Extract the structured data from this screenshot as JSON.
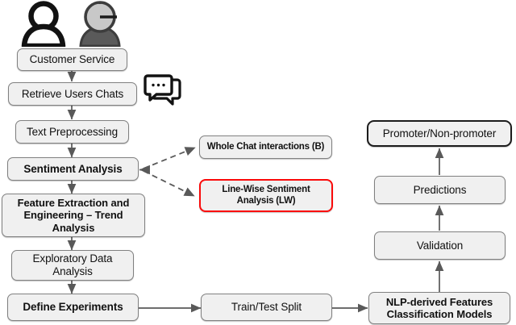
{
  "diagram": {
    "title": "Customer service NLP sentiment analysis pipeline",
    "colors": {
      "node_fill": "#f0f0f0",
      "node_border": "#808080",
      "highlight_border": "#fa0a0a",
      "emphasis_border": "#1c1c1c",
      "arrow": "#595959",
      "text": "#111111",
      "icon_dark": "#121212",
      "icon_gray": "#c8c8c8",
      "icon_body_gray": "#5a5a5a",
      "background": "#ffffff"
    },
    "icons": [
      {
        "name": "customer-person-icon",
        "label": "customer"
      },
      {
        "name": "agent-headset-person-icon",
        "label": "service agent with headset"
      },
      {
        "name": "chat-bubbles-icon",
        "label": "chat messages"
      }
    ],
    "nodes": [
      {
        "id": "customer_service",
        "label": "Customer Service",
        "style": "normal"
      },
      {
        "id": "retrieve_users_chats",
        "label": "Retrieve Users Chats",
        "style": "normal"
      },
      {
        "id": "text_preprocessing",
        "label": "Text Preprocessing",
        "style": "normal"
      },
      {
        "id": "sentiment_analysis",
        "label": "Sentiment Analysis",
        "style": "bold"
      },
      {
        "id": "feature_extraction",
        "label": "Feature Extraction and Engineering – Trend Analysis",
        "style": "bold"
      },
      {
        "id": "exploratory_data_analysis",
        "label": "Exploratory Data Analysis",
        "style": "normal"
      },
      {
        "id": "define_experiments",
        "label": "Define Experiments",
        "style": "bold"
      },
      {
        "id": "whole_chat_interactions",
        "label": "Whole Chat interactions (B)",
        "style": "small-bold"
      },
      {
        "id": "line_wise_sentiment",
        "label": "Line-Wise Sentiment Analysis (LW)",
        "style": "small-bold-red"
      },
      {
        "id": "train_test_split",
        "label": "Train/Test Split",
        "style": "normal"
      },
      {
        "id": "nlp_features_models",
        "label": "NLP-derived Features Classification Models",
        "style": "bold"
      },
      {
        "id": "validation",
        "label": "Validation",
        "style": "normal"
      },
      {
        "id": "predictions",
        "label": "Predictions",
        "style": "normal"
      },
      {
        "id": "promoter_non_promoter",
        "label": "Promoter/Non-promoter",
        "style": "dark-outline"
      }
    ],
    "edges": [
      {
        "from": "customer_service",
        "to": "retrieve_users_chats",
        "type": "solid"
      },
      {
        "from": "retrieve_users_chats",
        "to": "text_preprocessing",
        "type": "solid"
      },
      {
        "from": "text_preprocessing",
        "to": "sentiment_analysis",
        "type": "solid"
      },
      {
        "from": "sentiment_analysis",
        "to": "feature_extraction",
        "type": "solid"
      },
      {
        "from": "feature_extraction",
        "to": "exploratory_data_analysis",
        "type": "solid"
      },
      {
        "from": "exploratory_data_analysis",
        "to": "define_experiments",
        "type": "solid"
      },
      {
        "from": "sentiment_analysis",
        "to": "whole_chat_interactions",
        "type": "dashed-bidirectional"
      },
      {
        "from": "sentiment_analysis",
        "to": "line_wise_sentiment",
        "type": "dashed-bidirectional"
      },
      {
        "from": "define_experiments",
        "to": "train_test_split",
        "type": "solid"
      },
      {
        "from": "train_test_split",
        "to": "nlp_features_models",
        "type": "solid"
      },
      {
        "from": "nlp_features_models",
        "to": "validation",
        "type": "solid"
      },
      {
        "from": "validation",
        "to": "predictions",
        "type": "solid"
      },
      {
        "from": "predictions",
        "to": "promoter_non_promoter",
        "type": "solid"
      }
    ]
  }
}
